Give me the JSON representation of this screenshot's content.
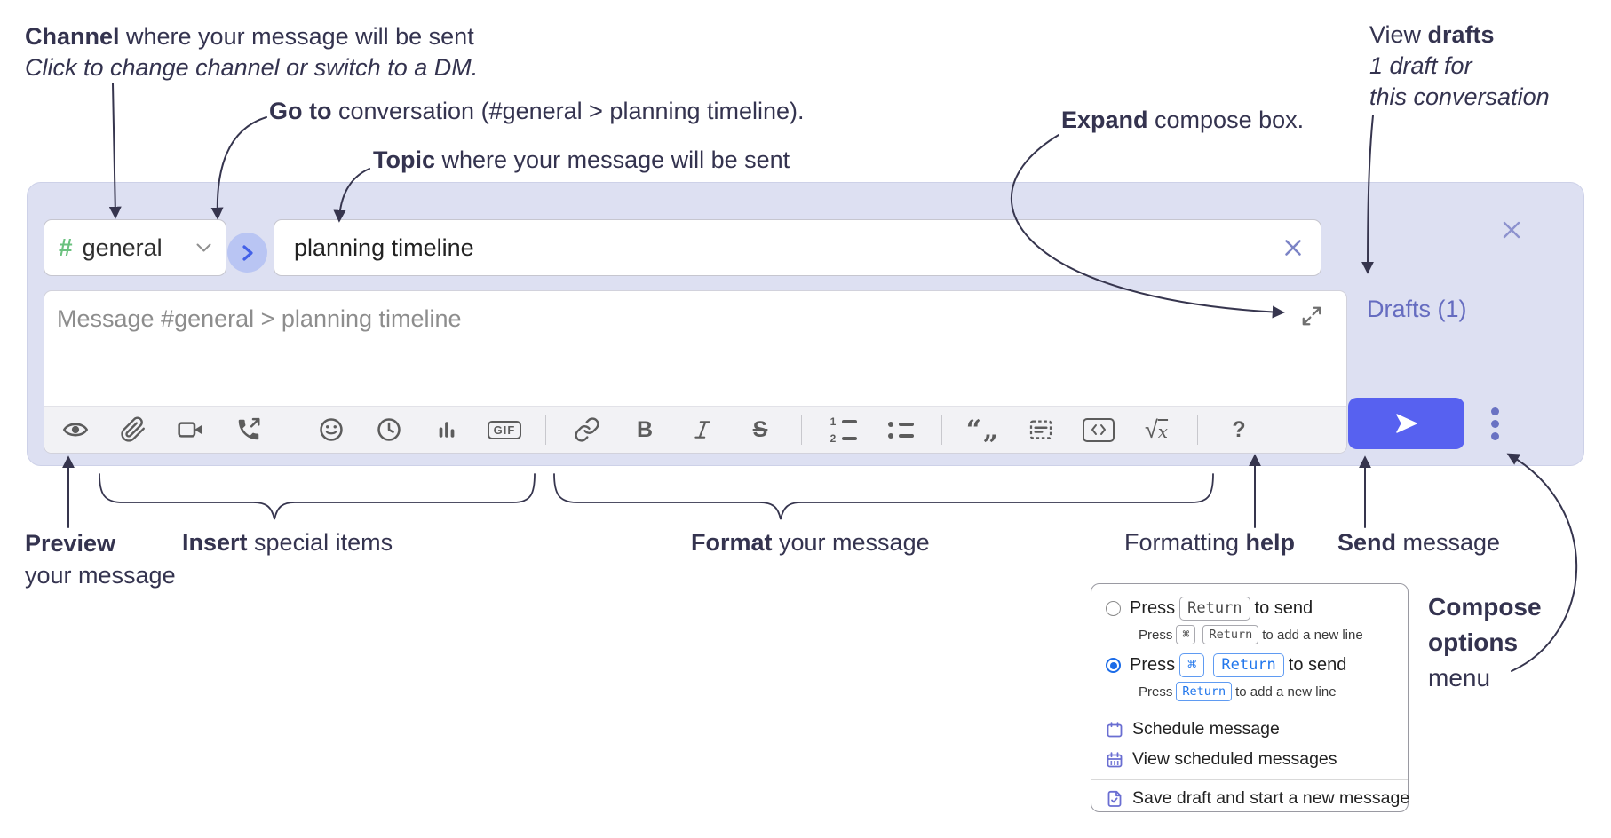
{
  "colors": {
    "compose_bg": "#dde0f2",
    "send_button": "#5761f0",
    "hash_green": "#6bc17f",
    "go_circle_bg": "#b9c5f3",
    "go_chevron": "#4361e8",
    "drafts_link": "#656cc0",
    "radio_selected": "#1c6ce8",
    "kbd_blue": "#2176ec",
    "menu_icon_purple": "#6a6ed2",
    "annotation_ink": "#34334f"
  },
  "annotations": {
    "channel": {
      "bold": "Channel",
      "rest": " where your message will be sent",
      "sub": "Click to change channel or switch to a DM."
    },
    "goto": {
      "bold": "Go to",
      "rest": " conversation (#general > planning timeline)."
    },
    "topic": {
      "bold": "Topic",
      "rest": " where your message will be sent"
    },
    "expand": {
      "bold": "Expand",
      "rest": " compose box."
    },
    "drafts": {
      "pre": "View ",
      "bold": "drafts",
      "line2": "1 draft for",
      "line3": "this conversation"
    },
    "preview": {
      "bold": "Preview",
      "line2": "your message"
    },
    "insert": {
      "bold": "Insert",
      "rest": " special items"
    },
    "format": {
      "bold": "Format",
      "rest": " your message"
    },
    "help": {
      "pre": "Formatting ",
      "bold": "help"
    },
    "send": {
      "bold": "Send",
      "rest": " message"
    },
    "compose_options": {
      "line1": "Compose",
      "line2": "options",
      "line3": "menu"
    }
  },
  "compose": {
    "hash": "#",
    "channel": "general",
    "topic": "planning timeline",
    "placeholder": "Message #general > planning timeline",
    "drafts_link": "Drafts (1)",
    "gif_glyph": "GIF",
    "bold_glyph": "B",
    "strike_glyph": "S",
    "quote_glyph": "“„",
    "math_radical": "√",
    "math_x": "x",
    "ol_1": "1",
    "ol_2": "2",
    "help_glyph": "?"
  },
  "menu": {
    "r1": {
      "press": "Press",
      "key": "Return",
      "suffix": "to send"
    },
    "r1sub": {
      "press": "Press",
      "key1": "⌘",
      "key2": "Return",
      "suffix": "to add a new line"
    },
    "r2": {
      "press": "Press",
      "key1": "⌘",
      "key2": "Return",
      "suffix": "to send"
    },
    "r2sub": {
      "press": "Press",
      "key": "Return",
      "suffix": "to add a new line"
    },
    "items": {
      "schedule": "Schedule message",
      "view_scheduled": "View scheduled messages",
      "save_draft": "Save draft and start a new message"
    }
  }
}
